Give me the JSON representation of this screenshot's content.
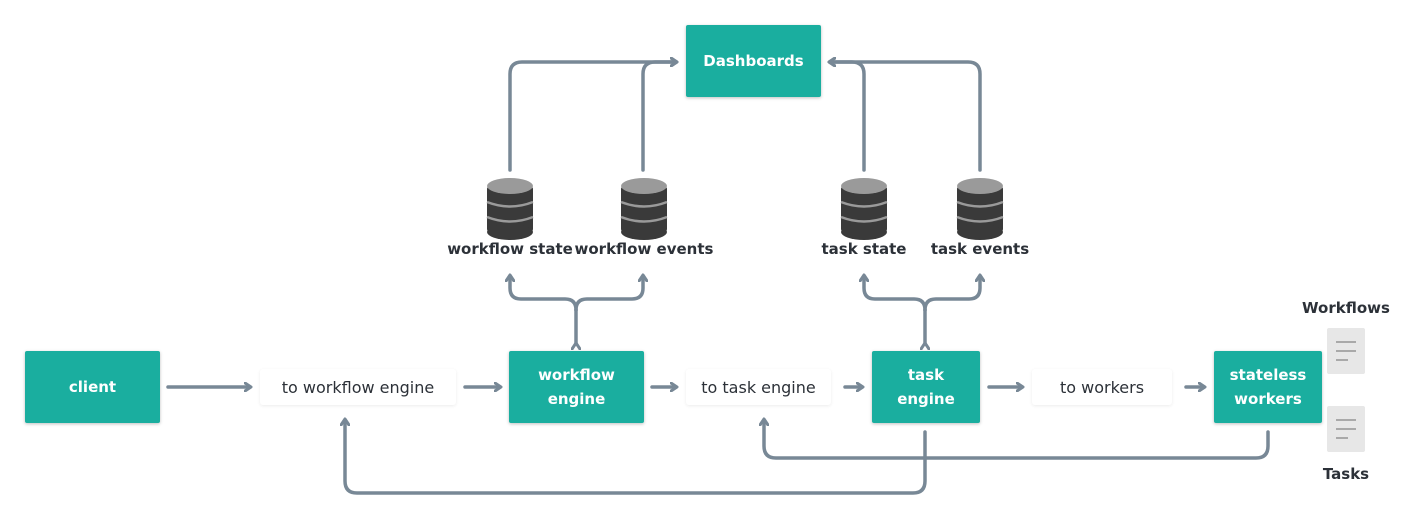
{
  "colors": {
    "box": "#1aae9f",
    "arrow": "#788896",
    "db": "#3a3a3a",
    "db_stripe": "#9a9a9a",
    "doc": "#e7e7e7"
  },
  "nodes": {
    "client": "client",
    "workflow_engine": [
      "workflow",
      "engine"
    ],
    "task_engine": [
      "task",
      "engine"
    ],
    "stateless_workers": [
      "stateless",
      "workers"
    ],
    "dashboards": "Dashboards"
  },
  "queues": {
    "to_workflow_engine": "to workflow engine",
    "to_task_engine": "to task engine",
    "to_workers": "to workers"
  },
  "databases": {
    "workflow_state": "workflow state",
    "workflow_events": "workflow events",
    "task_state": "task state",
    "task_events": "task events"
  },
  "legend": {
    "workflows": "Workflows",
    "tasks": "Tasks"
  }
}
